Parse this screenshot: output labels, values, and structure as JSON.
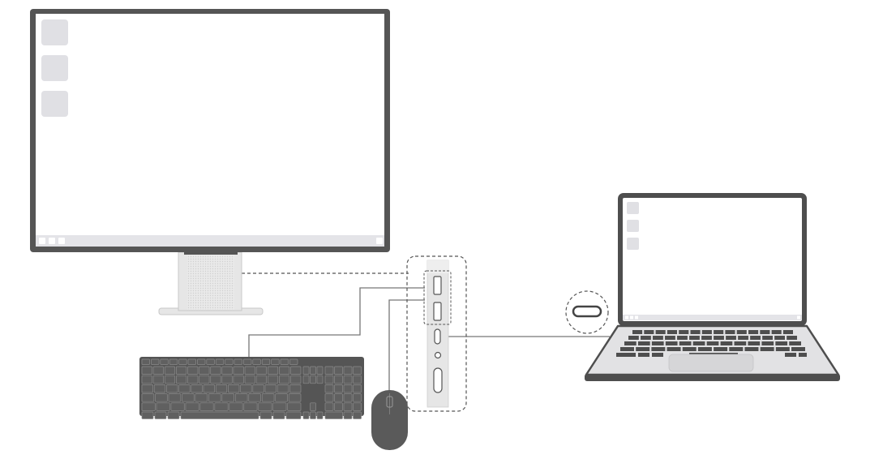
{
  "colors": {
    "background": "#ffffff",
    "device_body": "#555555",
    "device_body_dark": "#4a4a4a",
    "screen": "#ffffff",
    "icon_tile": "#e0e0e4",
    "taskbar": "#e4e4e8",
    "stand": "#e6e6e6",
    "stand_edge": "#c8c8c8",
    "cable": "#777777",
    "dashed": "#555555",
    "key_fill": "#606060",
    "key_stroke": "#8a8a8a",
    "laptop_deck": "#e2e2e4"
  },
  "icons": {
    "monitor": "monitor-icon",
    "keyboard": "keyboard-icon",
    "mouse": "mouse-icon",
    "laptop": "laptop-icon",
    "port_panel": "port-panel-icon",
    "usb_c_connector": "usb-c-connector-icon"
  },
  "desktop": {
    "monitor_icon_tiles": 3,
    "laptop_icon_tiles": 3
  },
  "port_panel": {
    "ports": [
      "usb-a",
      "usb-a",
      "usb-c",
      "audio-jack",
      "power"
    ]
  }
}
